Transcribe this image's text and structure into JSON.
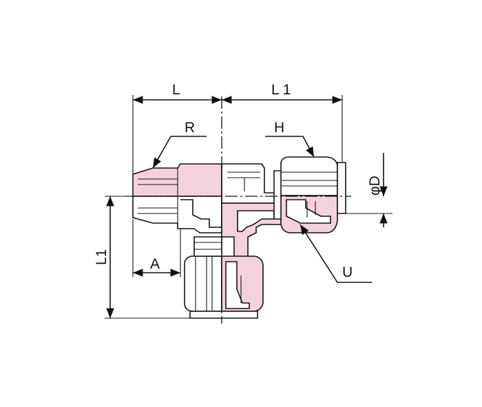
{
  "diagram": {
    "labels": {
      "L": "L",
      "L1_top": "L 1",
      "R": "R",
      "H": "H",
      "phiD": "φD",
      "L1_side": "L1",
      "A": "A",
      "U": "U"
    },
    "colors": {
      "pink": "#f4d2dc",
      "line": "#111111",
      "background": "#ffffff"
    }
  }
}
